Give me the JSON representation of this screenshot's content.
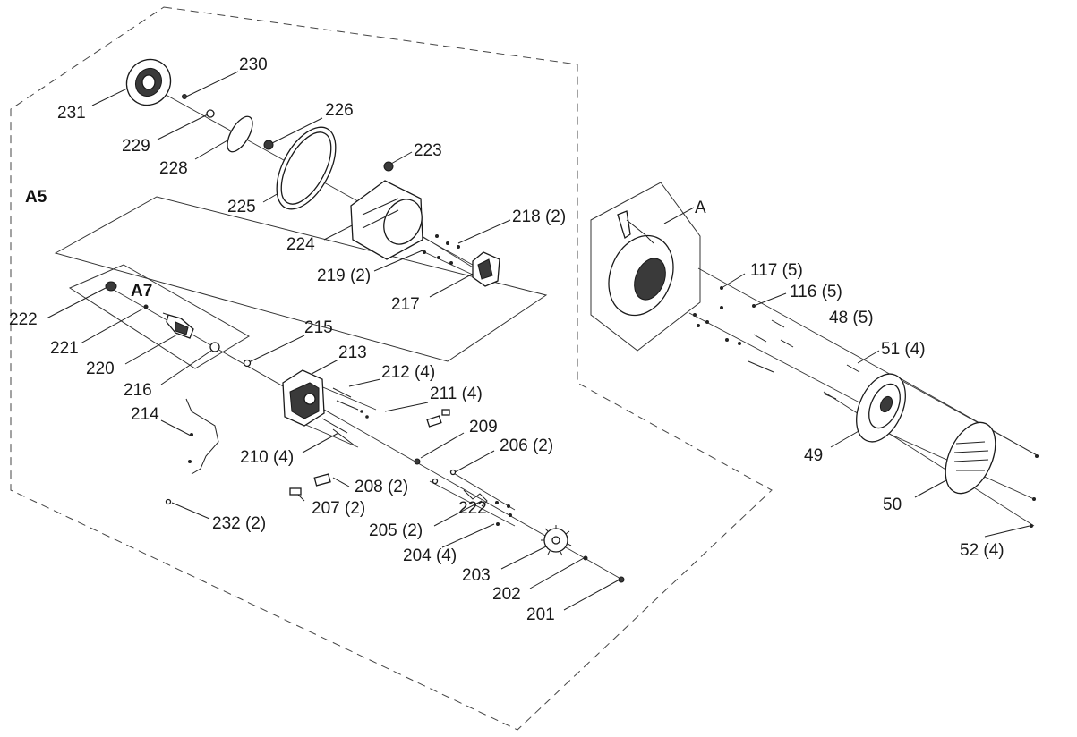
{
  "diagram": {
    "group_labels": {
      "a5": "A5",
      "a7": "A7",
      "a": "A"
    },
    "part_labels": {
      "p230": "230",
      "p231": "231",
      "p229": "229",
      "p228": "228",
      "p226": "226",
      "p223": "223",
      "p225": "225",
      "p224": "224",
      "p218": "218 (2)",
      "p219": "219 (2)",
      "p217": "217",
      "p222": "222",
      "p221": "221",
      "p220": "220",
      "p216": "216",
      "p215": "215",
      "p213": "213",
      "p212": "212 (4)",
      "p211": "211 (4)",
      "p214": "214",
      "p210": "210 (4)",
      "p209": "209",
      "p206": "206 (2)",
      "p208": "208 (2)",
      "p207": "207 (2)",
      "p222b": "222",
      "p205": "205 (2)",
      "p232": "232 (2)",
      "p204": "204 (4)",
      "p203": "203",
      "p202": "202",
      "p201": "201",
      "p117": "117 (5)",
      "p116": "116 (5)",
      "p48": "48 (5)",
      "p51": "51 (4)",
      "p49": "49",
      "p50": "50",
      "p52": "52 (4)"
    }
  }
}
